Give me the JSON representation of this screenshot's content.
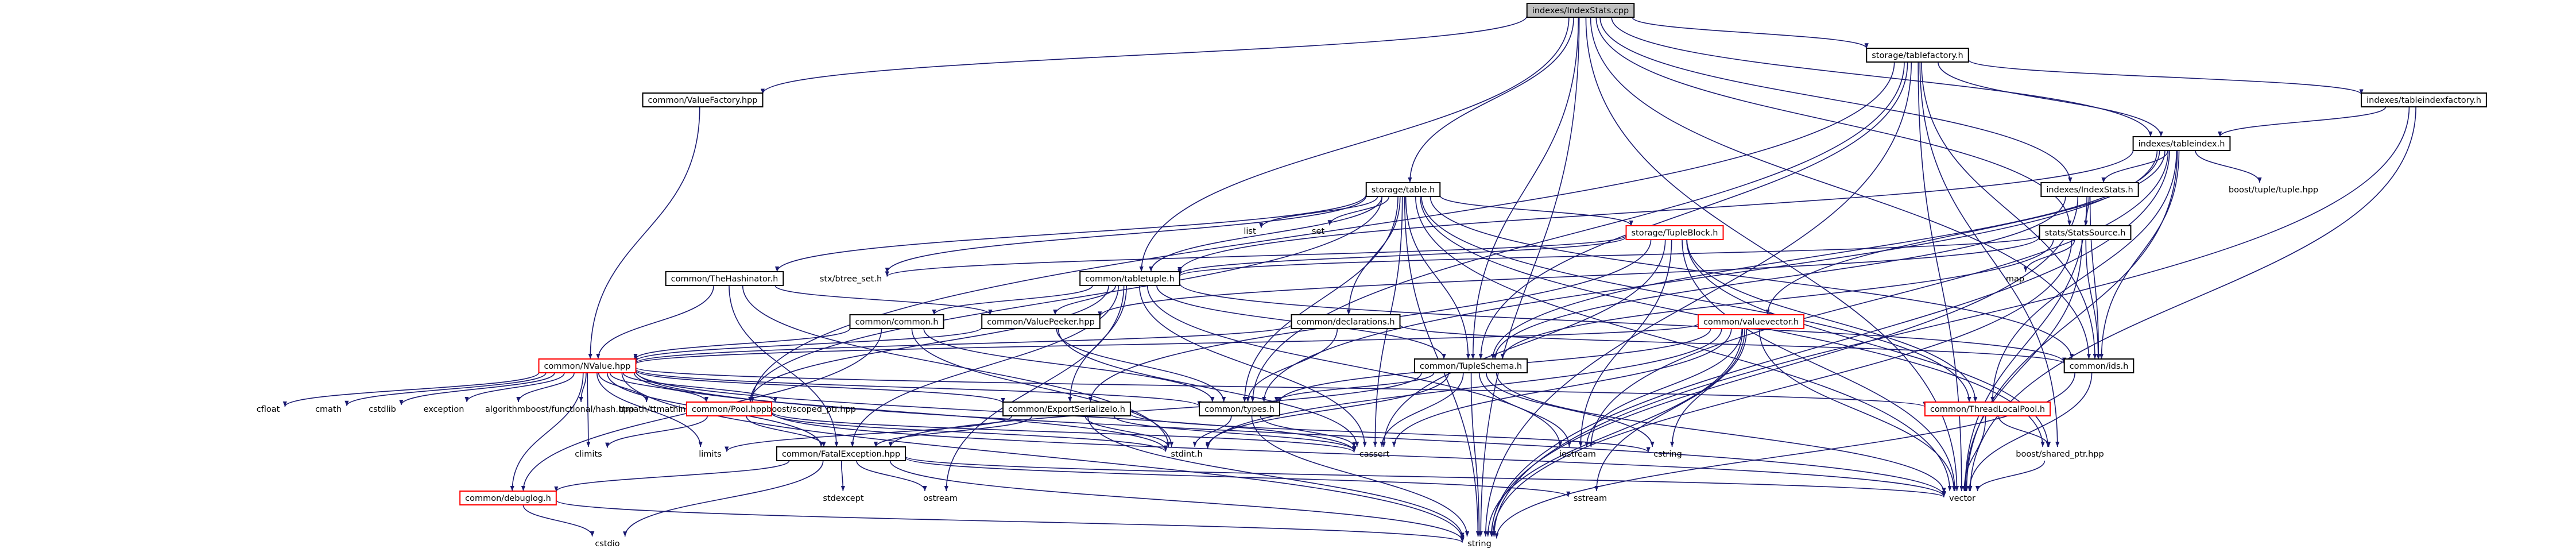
{
  "diagram": {
    "title": "",
    "colors": {
      "edge": "#191970",
      "node_border": "#000000",
      "node_border_red": "#ff0000",
      "node_fill_root": "#bfbfbf",
      "node_fill": "#ffffff"
    },
    "nodes": [
      {
        "id": "root",
        "label": "indexes/IndexStats.cpp",
        "style": "root"
      },
      {
        "id": "storage_tablefactory",
        "label": "storage/tablefactory.h",
        "style": "boxed"
      },
      {
        "id": "valuefactory",
        "label": "common/ValueFactory.hpp",
        "style": "boxed"
      },
      {
        "id": "tableindexfactory",
        "label": "indexes/tableindexfactory.h",
        "style": "boxed"
      },
      {
        "id": "tableindex",
        "label": "indexes/tableindex.h",
        "style": "boxed"
      },
      {
        "id": "storage_table",
        "label": "storage/table.h",
        "style": "boxed"
      },
      {
        "id": "indexstats_h",
        "label": "indexes/IndexStats.h",
        "style": "boxed"
      },
      {
        "id": "tuple_hpp",
        "label": "boost/tuple/tuple.hpp",
        "style": "plain"
      },
      {
        "id": "list",
        "label": "list",
        "style": "plain"
      },
      {
        "id": "set",
        "label": "set",
        "style": "plain"
      },
      {
        "id": "tupleblock",
        "label": "storage/TupleBlock.h",
        "style": "red"
      },
      {
        "id": "statssource",
        "label": "stats/StatsSource.h",
        "style": "boxed"
      },
      {
        "id": "thehashinator",
        "label": "common/TheHashinator.h",
        "style": "boxed"
      },
      {
        "id": "stxbtree",
        "label": "stx/btree_set.h",
        "style": "plain"
      },
      {
        "id": "tabletuple",
        "label": "common/tabletuple.h",
        "style": "boxed"
      },
      {
        "id": "map",
        "label": "map",
        "style": "plain"
      },
      {
        "id": "commoncommon",
        "label": "common/common.h",
        "style": "boxed"
      },
      {
        "id": "valuepeeker",
        "label": "common/ValuePeeker.hpp",
        "style": "boxed"
      },
      {
        "id": "declarations",
        "label": "common/declarations.h",
        "style": "boxed"
      },
      {
        "id": "valuevector",
        "label": "common/valuevector.h",
        "style": "red"
      },
      {
        "id": "tupleschema",
        "label": "common/TupleSchema.h",
        "style": "boxed"
      },
      {
        "id": "ids",
        "label": "common/ids.h",
        "style": "boxed"
      },
      {
        "id": "nvalue",
        "label": "common/NValue.hpp",
        "style": "red"
      },
      {
        "id": "cfloat",
        "label": "cfloat",
        "style": "plain"
      },
      {
        "id": "cmath",
        "label": "cmath",
        "style": "plain"
      },
      {
        "id": "cstdlib",
        "label": "cstdlib",
        "style": "plain"
      },
      {
        "id": "exception",
        "label": "exception",
        "style": "plain"
      },
      {
        "id": "algorithm",
        "label": "algorithm",
        "style": "plain"
      },
      {
        "id": "functionalhash",
        "label": "boost/functional/hash.hpp",
        "style": "plain"
      },
      {
        "id": "ttmath",
        "label": "ttmath/ttmathint.h",
        "style": "plain"
      },
      {
        "id": "pool",
        "label": "common/Pool.hpp",
        "style": "red"
      },
      {
        "id": "scopedptr",
        "label": "boost/scoped_ptr.hpp",
        "style": "plain"
      },
      {
        "id": "exportserializeio",
        "label": "common/ExportSerializeIo.h",
        "style": "boxed"
      },
      {
        "id": "types",
        "label": "common/types.h",
        "style": "boxed"
      },
      {
        "id": "threadlocalpool",
        "label": "common/ThreadLocalPool.h",
        "style": "red"
      },
      {
        "id": "climits",
        "label": "climits",
        "style": "plain"
      },
      {
        "id": "limits",
        "label": "limits",
        "style": "plain"
      },
      {
        "id": "fatalexception",
        "label": "common/FatalException.hpp",
        "style": "boxed"
      },
      {
        "id": "stdint",
        "label": "stdint.h",
        "style": "plain"
      },
      {
        "id": "cassert",
        "label": "cassert",
        "style": "plain"
      },
      {
        "id": "iostream",
        "label": "iostream",
        "style": "plain"
      },
      {
        "id": "cstring",
        "label": "cstring",
        "style": "plain"
      },
      {
        "id": "sharedptr",
        "label": "boost/shared_ptr.hpp",
        "style": "plain"
      },
      {
        "id": "debuglog",
        "label": "common/debuglog.h",
        "style": "red"
      },
      {
        "id": "stdexcept",
        "label": "stdexcept",
        "style": "plain"
      },
      {
        "id": "ostream",
        "label": "ostream",
        "style": "plain"
      },
      {
        "id": "sstream",
        "label": "sstream",
        "style": "plain"
      },
      {
        "id": "vector",
        "label": "vector",
        "style": "plain"
      },
      {
        "id": "cstdio",
        "label": "cstdio",
        "style": "plain"
      },
      {
        "id": "string",
        "label": "string",
        "style": "plain"
      }
    ],
    "edges": [
      [
        "root",
        "storage_tablefactory"
      ],
      [
        "root",
        "valuefactory"
      ],
      [
        "root",
        "tableindex"
      ],
      [
        "root",
        "storage_table"
      ],
      [
        "root",
        "indexstats_h"
      ],
      [
        "root",
        "statssource"
      ],
      [
        "root",
        "tabletuple"
      ],
      [
        "root",
        "tupleschema"
      ],
      [
        "root",
        "ids"
      ],
      [
        "root",
        "vector"
      ],
      [
        "root",
        "string"
      ],
      [
        "storage_tablefactory",
        "tableindexfactory"
      ],
      [
        "storage_tablefactory",
        "tableindex"
      ],
      [
        "storage_tablefactory",
        "pool"
      ],
      [
        "storage_tablefactory",
        "tupleschema"
      ],
      [
        "storage_tablefactory",
        "types"
      ],
      [
        "storage_tablefactory",
        "ids"
      ],
      [
        "storage_tablefactory",
        "sharedptr"
      ],
      [
        "storage_tablefactory",
        "vector"
      ],
      [
        "storage_tablefactory",
        "string"
      ],
      [
        "valuefactory",
        "nvalue"
      ],
      [
        "tableindexfactory",
        "tableindex"
      ],
      [
        "tableindexfactory",
        "vector"
      ],
      [
        "tableindexfactory",
        "string"
      ],
      [
        "tableindex",
        "tuple_hpp"
      ],
      [
        "tableindex",
        "indexstats_h"
      ],
      [
        "tableindex",
        "valuevector"
      ],
      [
        "tableindex",
        "tabletuple"
      ],
      [
        "tableindex",
        "tupleschema"
      ],
      [
        "tableindex",
        "types"
      ],
      [
        "tableindex",
        "ids"
      ],
      [
        "tableindex",
        "threadlocalpool"
      ],
      [
        "tableindex",
        "vector"
      ],
      [
        "tableindex",
        "string"
      ],
      [
        "tableindex",
        "iostream"
      ],
      [
        "storage_table",
        "list"
      ],
      [
        "storage_table",
        "set"
      ],
      [
        "storage_table",
        "tupleblock"
      ],
      [
        "storage_table",
        "thehashinator"
      ],
      [
        "storage_table",
        "stxbtree"
      ],
      [
        "storage_table",
        "tabletuple"
      ],
      [
        "storage_table",
        "declarations"
      ],
      [
        "storage_table",
        "tupleschema"
      ],
      [
        "storage_table",
        "ids"
      ],
      [
        "storage_table",
        "pool"
      ],
      [
        "storage_table",
        "types"
      ],
      [
        "storage_table",
        "threadlocalpool"
      ],
      [
        "storage_table",
        "cassert"
      ],
      [
        "storage_table",
        "sharedptr"
      ],
      [
        "storage_table",
        "vector"
      ],
      [
        "storage_table",
        "string"
      ],
      [
        "indexstats_h",
        "statssource"
      ],
      [
        "indexstats_h",
        "tupleschema"
      ],
      [
        "indexstats_h",
        "ids"
      ],
      [
        "indexstats_h",
        "vector"
      ],
      [
        "indexstats_h",
        "string"
      ],
      [
        "tupleblock",
        "stxbtree"
      ],
      [
        "tupleblock",
        "tabletuple"
      ],
      [
        "tupleblock",
        "threadlocalpool"
      ],
      [
        "tupleblock",
        "cassert"
      ],
      [
        "tupleblock",
        "vector"
      ],
      [
        "tupleblock",
        "sharedptr"
      ],
      [
        "tupleblock",
        "iostream"
      ],
      [
        "tupleblock",
        "exportserializeio"
      ],
      [
        "statssource",
        "map"
      ],
      [
        "statssource",
        "tabletuple"
      ],
      [
        "statssource",
        "tupleschema"
      ],
      [
        "statssource",
        "ids"
      ],
      [
        "statssource",
        "vector"
      ],
      [
        "statssource",
        "string"
      ],
      [
        "statssource",
        "valuepeeker"
      ],
      [
        "thehashinator",
        "nvalue"
      ],
      [
        "thehashinator",
        "valuepeeker"
      ],
      [
        "thehashinator",
        "fatalexception"
      ],
      [
        "thehashinator",
        "stdint"
      ],
      [
        "tabletuple",
        "commoncommon"
      ],
      [
        "tabletuple",
        "valuepeeker"
      ],
      [
        "tabletuple",
        "tupleschema"
      ],
      [
        "tabletuple",
        "exportserializeio"
      ],
      [
        "tabletuple",
        "pool"
      ],
      [
        "tabletuple",
        "fatalexception"
      ],
      [
        "tabletuple",
        "cassert"
      ],
      [
        "tabletuple",
        "ostream"
      ],
      [
        "tabletuple",
        "iostream"
      ],
      [
        "tabletuple",
        "ids"
      ],
      [
        "commoncommon",
        "nvalue"
      ],
      [
        "commoncommon",
        "types"
      ],
      [
        "commoncommon",
        "stdint"
      ],
      [
        "commoncommon",
        "debuglog"
      ],
      [
        "valuepeeker",
        "nvalue"
      ],
      [
        "valuepeeker",
        "types"
      ],
      [
        "valuepeeker",
        "cassert"
      ],
      [
        "declarations",
        "types"
      ],
      [
        "declarations",
        "nvalue"
      ],
      [
        "declarations",
        "ids"
      ],
      [
        "valuevector",
        "nvalue"
      ],
      [
        "valuevector",
        "types"
      ],
      [
        "valuevector",
        "cassert"
      ],
      [
        "valuevector",
        "cstring"
      ],
      [
        "valuevector",
        "sstream"
      ],
      [
        "valuevector",
        "vector"
      ],
      [
        "valuevector",
        "string"
      ],
      [
        "valuevector",
        "stdint"
      ],
      [
        "valuevector",
        "iostream"
      ],
      [
        "tupleschema",
        "types"
      ],
      [
        "tupleschema",
        "fatalexception"
      ],
      [
        "tupleschema",
        "cassert"
      ],
      [
        "tupleschema",
        "iostream"
      ],
      [
        "tupleschema",
        "cstring"
      ],
      [
        "tupleschema",
        "vector"
      ],
      [
        "tupleschema",
        "string"
      ],
      [
        "tupleschema",
        "stdint"
      ],
      [
        "ids",
        "string"
      ],
      [
        "ids",
        "vector"
      ],
      [
        "nvalue",
        "cfloat"
      ],
      [
        "nvalue",
        "cmath"
      ],
      [
        "nvalue",
        "cstdlib"
      ],
      [
        "nvalue",
        "exception"
      ],
      [
        "nvalue",
        "algorithm"
      ],
      [
        "nvalue",
        "functionalhash"
      ],
      [
        "nvalue",
        "ttmath"
      ],
      [
        "nvalue",
        "pool"
      ],
      [
        "nvalue",
        "scopedptr"
      ],
      [
        "nvalue",
        "exportserializeio"
      ],
      [
        "nvalue",
        "types"
      ],
      [
        "nvalue",
        "threadlocalpool"
      ],
      [
        "nvalue",
        "climits"
      ],
      [
        "nvalue",
        "limits"
      ],
      [
        "nvalue",
        "fatalexception"
      ],
      [
        "nvalue",
        "stdint"
      ],
      [
        "nvalue",
        "cassert"
      ],
      [
        "nvalue",
        "debuglog"
      ],
      [
        "nvalue",
        "vector"
      ],
      [
        "nvalue",
        "string"
      ],
      [
        "pool",
        "climits"
      ],
      [
        "pool",
        "stdint"
      ],
      [
        "pool",
        "cassert"
      ],
      [
        "pool",
        "fatalexception"
      ],
      [
        "pool",
        "vector"
      ],
      [
        "exportserializeio",
        "limits"
      ],
      [
        "exportserializeio",
        "stdint"
      ],
      [
        "exportserializeio",
        "cassert"
      ],
      [
        "exportserializeio",
        "string"
      ],
      [
        "exportserializeio",
        "cstring"
      ],
      [
        "exportserializeio",
        "fatalexception"
      ],
      [
        "types",
        "stdint"
      ],
      [
        "types",
        "cassert"
      ],
      [
        "types",
        "string"
      ],
      [
        "threadlocalpool",
        "sharedptr"
      ],
      [
        "threadlocalpool",
        "vector"
      ],
      [
        "fatalexception",
        "stdexcept"
      ],
      [
        "fatalexception",
        "ostream"
      ],
      [
        "fatalexception",
        "sstream"
      ],
      [
        "fatalexception",
        "vector"
      ],
      [
        "fatalexception",
        "string"
      ],
      [
        "fatalexception",
        "cstdio"
      ],
      [
        "fatalexception",
        "debuglog"
      ],
      [
        "sharedptr",
        "vector"
      ],
      [
        "debuglog",
        "cstdio"
      ],
      [
        "debuglog",
        "string"
      ]
    ]
  }
}
